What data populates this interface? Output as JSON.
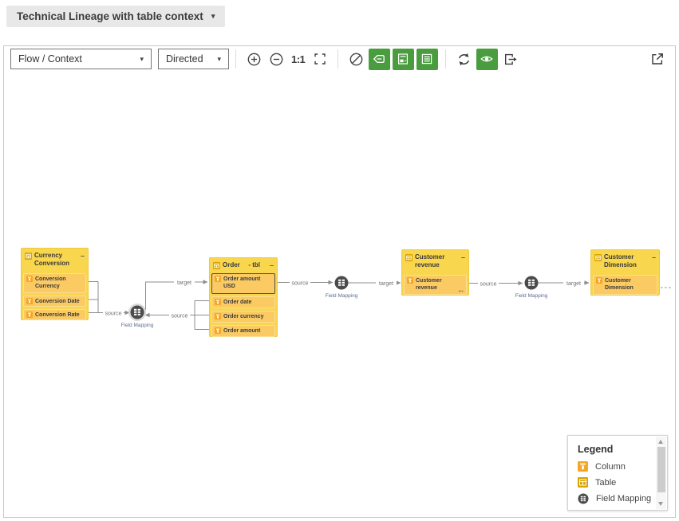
{
  "header": {
    "title": "Technical Lineage with table context"
  },
  "icons": {
    "caret_down": "▾",
    "collapse_minus": "–",
    "ellipsis": "..."
  },
  "toolbar": {
    "flow_select": "Flow / Context",
    "direction_select": "Directed",
    "zoom_reset": "1:1"
  },
  "diagram": {
    "field_mapping_label": "Field Mapping",
    "edge_labels": {
      "source": "source",
      "target": "target"
    },
    "tables": [
      {
        "name": "Currency Conversion",
        "columns": [
          "Conversion Currency",
          "Conversion Date",
          "Conversion Rate"
        ]
      },
      {
        "name": "Order",
        "suffix": "- tbl",
        "columns": [
          "Order amount USD",
          "Order date",
          "Order currency",
          "Order amount"
        ]
      },
      {
        "name": "Customer revenue",
        "columns": [
          "Customer revenue"
        ]
      },
      {
        "name": "Customer Dimension",
        "columns": [
          "Customer Dimension"
        ]
      }
    ]
  },
  "legend": {
    "title": "Legend",
    "items": [
      {
        "label": "Column"
      },
      {
        "label": "Table"
      },
      {
        "label": "Field Mapping"
      }
    ]
  },
  "colors": {
    "accent_green": "#4a9d3f",
    "node_yellow": "#f8d64e",
    "row_amber": "#fbca63",
    "column_icon_orange": "#f5a623",
    "table_icon_gold": "#d9a300",
    "field_mapping_dark": "#4b4b4b",
    "edge_gray": "#8d8d8d"
  }
}
